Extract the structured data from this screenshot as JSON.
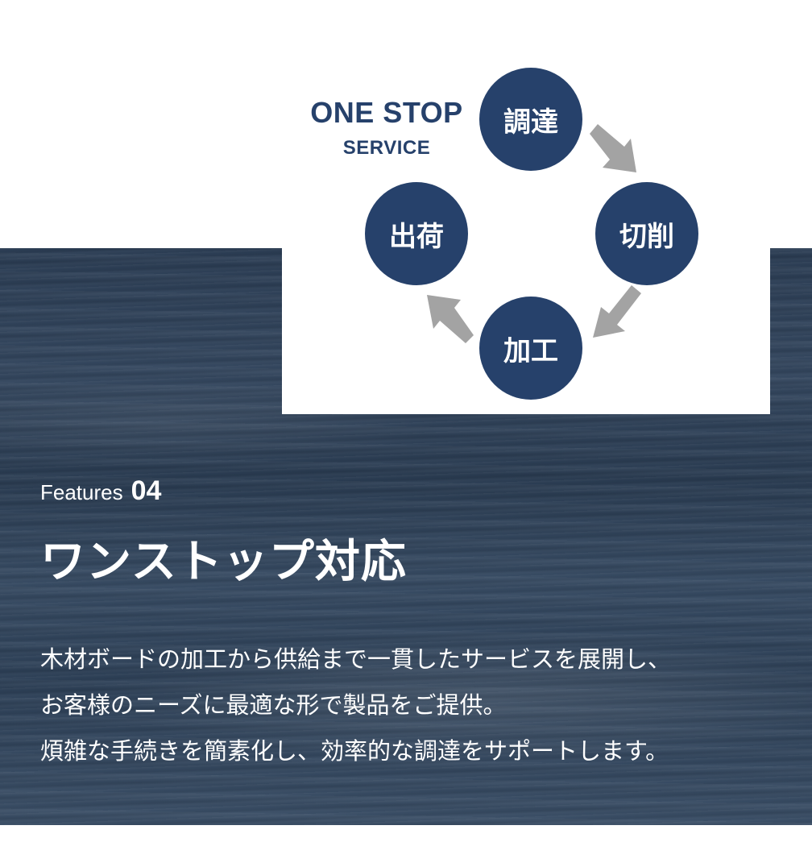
{
  "diagram": {
    "title": "ONE STOP",
    "subtitle": "SERVICE",
    "steps": [
      "調達",
      "切削",
      "加工",
      "出荷"
    ],
    "circle_color": "#26416b",
    "arrow_color": "#a3a3a3"
  },
  "feature": {
    "label": "Features",
    "number": "04",
    "heading": "ワンストップ対応",
    "description": [
      "木材ボードの加工から供給まで一貫したサービスを展開し、",
      "お客様のニーズに最適な形で製品をご提供。",
      "煩雑な手続きを簡素化し、効率的な調達をサポートします。"
    ]
  }
}
